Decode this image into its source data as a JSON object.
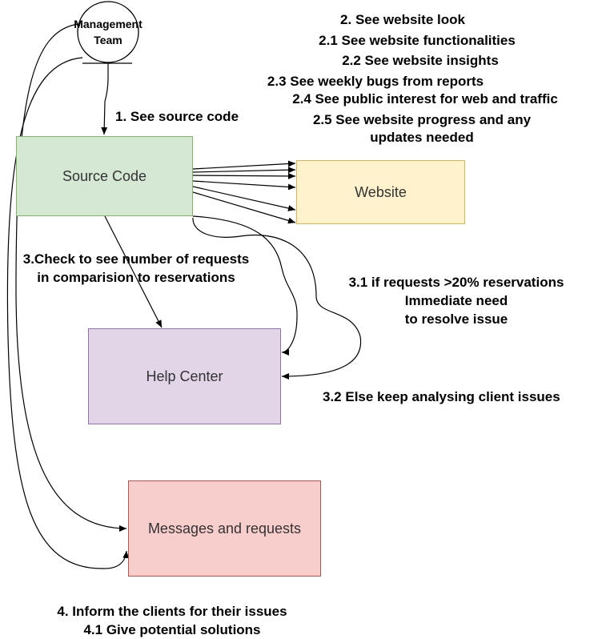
{
  "actor": {
    "label_line1": "Management",
    "label_line2": "Team"
  },
  "nodes": {
    "source_code": "Source Code",
    "website": "Website",
    "help_center": "Help Center",
    "messages": "Messages and requests"
  },
  "colors": {
    "source_code_fill": "#d5e8d4",
    "source_code_stroke": "#82b366",
    "website_fill": "#fff2cc",
    "website_stroke": "#d6b656",
    "help_center_fill": "#e1d5e7",
    "help_center_stroke": "#9673a6",
    "messages_fill": "#f8cecc",
    "messages_stroke": "#b85450"
  },
  "labels": {
    "see_source_code": "1. See source code",
    "website_items": [
      "2. See website look",
      "2.1 See website functionalities",
      "2.2 See website insights",
      "2.3 See weekly bugs from reports",
      "2.4 See public interest for web and traffic",
      "2.5 See website progress and any",
      "updates needed"
    ],
    "check_requests_1": "3.Check to see number of requests",
    "check_requests_2": "in comparision to reservations",
    "if_requests_1": "3.1 if requests >20% reservations",
    "if_requests_2": "Immediate need",
    "if_requests_3": "to resolve issue",
    "else_keep": "3.2 Else keep analysing client issues",
    "inform_clients": "4. Inform the clients for their issues",
    "potential_solutions": "4.1 Give potential solutions"
  }
}
